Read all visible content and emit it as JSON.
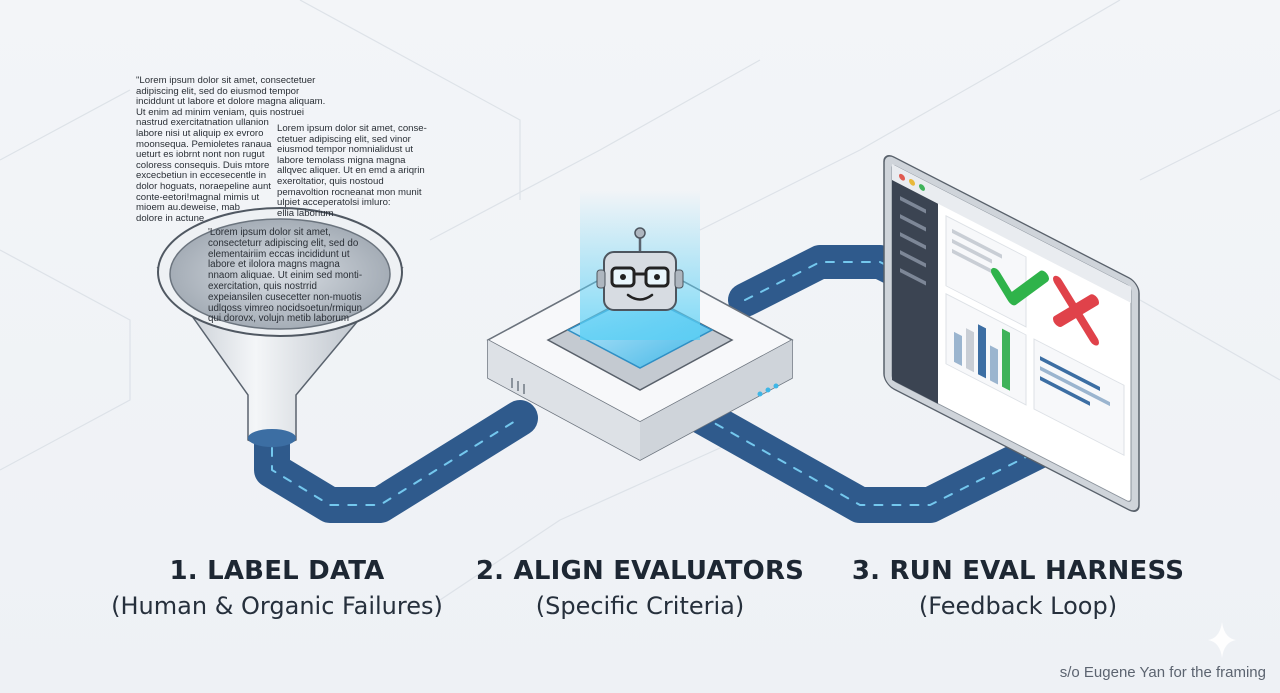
{
  "text_blocks": {
    "left": [
      "\"Lorem ipsum dolor sit amet, consectetuer",
      "adipiscing elit, sed do eiusmod tempor",
      "inciddunt ut labore et dolore magna aliquam.",
      "Ut enim ad minim veniam, quis nostruei",
      "nastrud exercitatnation ullanion",
      "labore nisi ut aliquip ex evroro",
      "moonsequa. Pemioletes ranaua",
      "ueturt es iobrnt nont non rugut",
      "coloress consequis. Duis mtore",
      "excecbetiun in eccesecentle in",
      "dolor hoguats, noraepeline aunt",
      "conte-eetori!magnal mimis ut",
      "mioem au.deweise, mab",
      "dolore in actune"
    ],
    "right": [
      "Lorem ipsum dolor sit amet, conse-",
      "ctetuer adipiscing elit, sed vinor",
      "eiusmod tempor nomnialidust ut",
      "labore temolass migna magna",
      "allqvec aliquer. Ut en emd a ariqrin",
      "exeroltatior, quis nostoud",
      "pemavoltion rocneanat mon munit",
      "ulpiet acceperatolsi imluro:",
      "ellia laborium"
    ],
    "funnel": [
      "'Lorem ipsum dolor sit amet,",
      "consecteturr adipiscing elit, sed do",
      "elementairiim eccas incididunt ut",
      "labore et ilolora magns magna",
      "nnaom aliquae. Ut einim sed monti-",
      "exercitation, quis nostrrid",
      "expeiansilen cusecetter non-muotis",
      "udlqoss vimreo nocidsoetun/rmiqun",
      "qui dorovx, volujn metib laborum"
    ]
  },
  "steps": [
    {
      "title": "1. LABEL DATA",
      "subtitle": "(Human & Organic Failures)"
    },
    {
      "title": "2. ALIGN EVALUATORS",
      "subtitle": "(Specific Criteria)"
    },
    {
      "title": "3. RUN EVAL HARNESS",
      "subtitle": "(Feedback Loop)"
    }
  ],
  "credit": "s/o Eugene Yan for the framing",
  "colors": {
    "accent": "#3fb6e6",
    "pipe": "#2f5a8c",
    "check": "#2fb34a",
    "cross": "#e0424a",
    "title": "#1d2733"
  }
}
